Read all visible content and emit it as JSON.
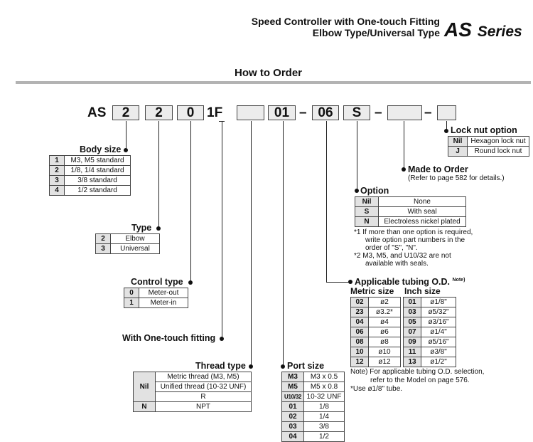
{
  "header": {
    "line1": "Speed Controller with One-touch Fitting",
    "line2": "Elbow Type/Universal Type",
    "series_main": "AS",
    "series_sub": "Series"
  },
  "section_title": "How to Order",
  "code": {
    "prefix": "AS",
    "body_size": "2",
    "type": "2",
    "control_type": "0",
    "one_touch": "1F",
    "dash1": "–",
    "port_size": "01",
    "dash2": "–",
    "tubing": "06",
    "option": "S",
    "dash3": "–",
    "dash4": "–"
  },
  "body_size": {
    "label": "Body size",
    "rows": [
      {
        "k": "1",
        "v": "M3, M5 standard"
      },
      {
        "k": "2",
        "v": "1/8, 1/4 standard"
      },
      {
        "k": "3",
        "v": "3/8 standard"
      },
      {
        "k": "4",
        "v": "1/2 standard"
      }
    ]
  },
  "type": {
    "label": "Type",
    "rows": [
      {
        "k": "2",
        "v": "Elbow"
      },
      {
        "k": "3",
        "v": "Universal"
      }
    ]
  },
  "control_type": {
    "label": "Control type",
    "rows": [
      {
        "k": "0",
        "v": "Meter-out"
      },
      {
        "k": "1",
        "v": "Meter-in"
      }
    ]
  },
  "one_touch": {
    "label": "With One-touch fitting"
  },
  "thread_type": {
    "label": "Thread type",
    "nil_key": "Nil",
    "nil_values": [
      "Metric thread (M3, M5)",
      "Unified thread (10-32 UNF)",
      "R"
    ],
    "n_key": "N",
    "n_value": "NPT"
  },
  "port_size": {
    "label": "Port size",
    "rows": [
      {
        "k": "M3",
        "v": "M3 x 0.5"
      },
      {
        "k": "M5",
        "v": "M5 x 0.8"
      },
      {
        "k": "U10/32",
        "v": "10-32 UNF"
      },
      {
        "k": "01",
        "v": "1/8"
      },
      {
        "k": "02",
        "v": "1/4"
      },
      {
        "k": "03",
        "v": "3/8"
      },
      {
        "k": "04",
        "v": "1/2"
      }
    ]
  },
  "tubing": {
    "label": "Applicable tubing O.D.",
    "label_note": "Note)",
    "metric_label": "Metric size",
    "inch_label": "Inch size",
    "metric": [
      {
        "k": "02",
        "v": "ø2"
      },
      {
        "k": "23",
        "v": "ø3.2*"
      },
      {
        "k": "04",
        "v": "ø4"
      },
      {
        "k": "06",
        "v": "ø6"
      },
      {
        "k": "08",
        "v": "ø8"
      },
      {
        "k": "10",
        "v": "ø10"
      },
      {
        "k": "12",
        "v": "ø12"
      }
    ],
    "inch": [
      {
        "k": "01",
        "v": "ø1/8\""
      },
      {
        "k": "03",
        "v": "ø5/32\""
      },
      {
        "k": "05",
        "v": "ø3/16\""
      },
      {
        "k": "07",
        "v": "ø1/4\""
      },
      {
        "k": "09",
        "v": "ø5/16\""
      },
      {
        "k": "11",
        "v": "ø3/8\""
      },
      {
        "k": "13",
        "v": "ø1/2\""
      }
    ],
    "notes": [
      "Note) For applicable tubing O.D. selection,",
      "refer to the Model on page 576.",
      "*Use ø1/8\" tube."
    ]
  },
  "option": {
    "label": "Option",
    "rows": [
      {
        "k": "Nil",
        "v": "None"
      },
      {
        "k": "S",
        "v": "With seal"
      },
      {
        "k": "N",
        "v": "Electroless nickel plated"
      }
    ],
    "notes": [
      "*1  If more than one option is required,",
      "write option part numbers in the",
      "order of \"S\", \"N\".",
      "*2  M3, M5, and U10/32 are not",
      "available with seals."
    ]
  },
  "made_to_order": {
    "label": "Made to Order",
    "note": "(Refer to page 582 for details.)"
  },
  "lock_nut": {
    "label": "Lock nut option",
    "rows": [
      {
        "k": "Nil",
        "v": "Hexagon lock nut"
      },
      {
        "k": "J",
        "v": "Round lock nut"
      }
    ]
  }
}
